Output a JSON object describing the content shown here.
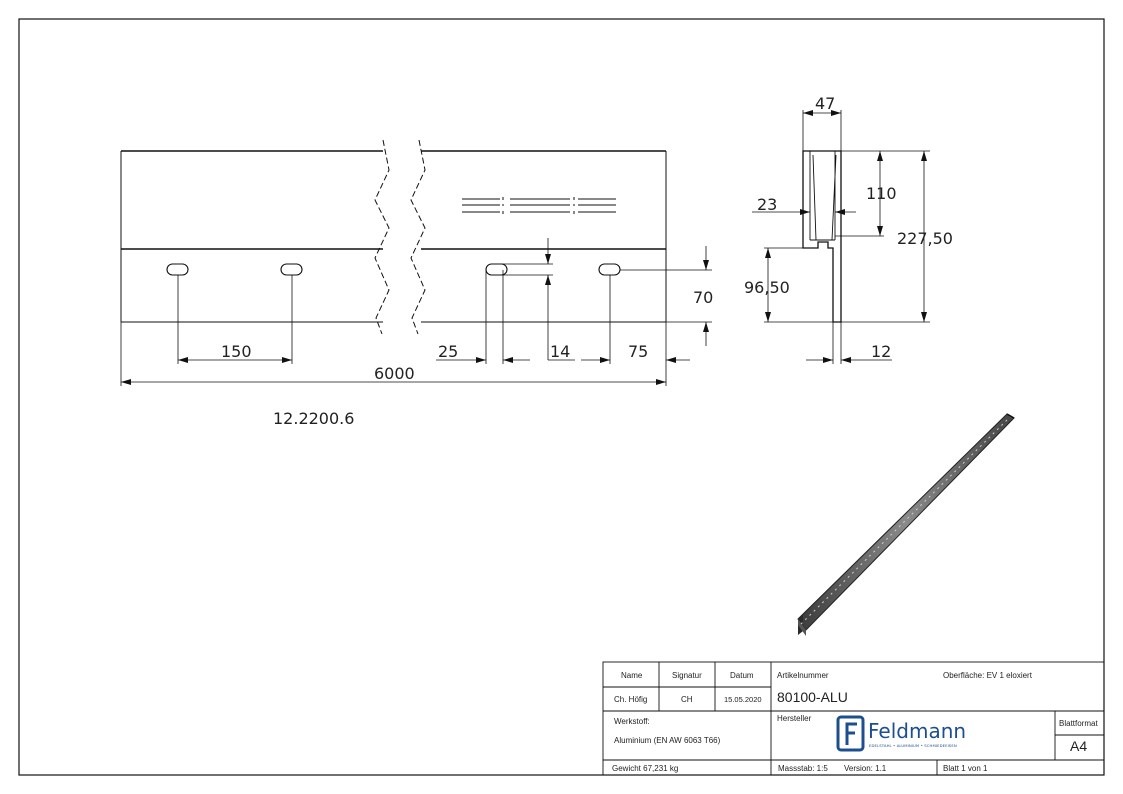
{
  "drawing": {
    "part_number": "12.2200.6",
    "front_view": {
      "dims": {
        "total_length": "6000",
        "slot_spacing": "150",
        "slot_length": "25",
        "slot_width": "14",
        "end_offset": "75",
        "slot_height": "70"
      }
    },
    "section_view": {
      "dims": {
        "width": "47",
        "groove_depth": "110",
        "groove_width": "23",
        "total_height": "227,50",
        "lower_height": "96,50",
        "web_thickness": "12"
      }
    }
  },
  "title_block": {
    "headers": {
      "name": "Name",
      "signature": "Signatur",
      "date": "Datum"
    },
    "author": {
      "name": "Ch. Höfig",
      "signature": "CH",
      "date": "15.05.2020"
    },
    "article_label": "Artikelnummer",
    "article_number": "80100-ALU",
    "surface": "Oberfläche:  EV 1 eloxiert",
    "material_label": "Werkstoff:",
    "material_value": "Aluminium (EN AW 6063 T66)",
    "manufacturer_label": "Hersteller",
    "logo_name": "Feldmann",
    "logo_tagline": "EDELSTAHL • ALUMINIUM • SCHMIEDEEISEN",
    "sheet_format_label": "Blattformat",
    "sheet_format": "A4",
    "weight": "Gewicht 67,231 kg",
    "scale": "Massstab: 1:5",
    "version": "Version: 1.1",
    "sheet": "Blatt 1 von 1"
  },
  "colors": {
    "line": "#111111",
    "logo_blue": "#1b4f8f"
  }
}
